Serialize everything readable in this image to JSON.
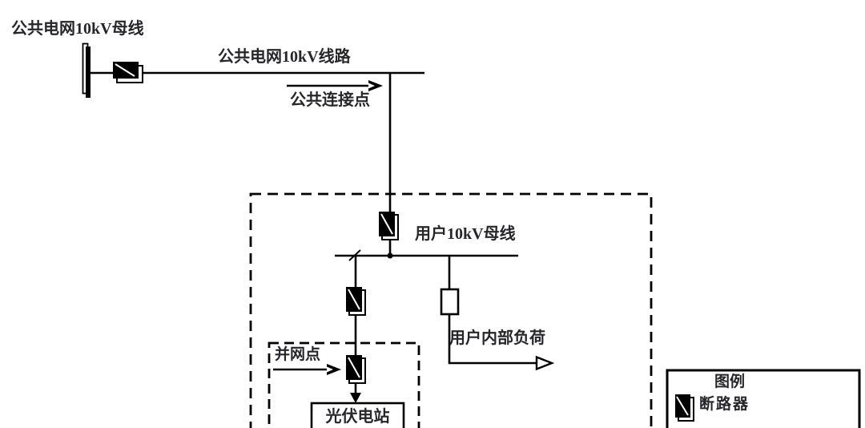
{
  "diagram": {
    "labels": {
      "public_grid_busbar": "公共电网10kV母线",
      "public_grid_line": "公共电网10kV线路",
      "public_connection_point": "公共连接点",
      "user_busbar": "用户10kV母线",
      "user_internal_load": "用户内部负荷",
      "grid_connection_point": "并网点",
      "pv_station": "光伏电站"
    },
    "legend": {
      "title": "图例",
      "items": [
        {
          "symbol": "circuit-breaker-icon",
          "label": "断路器"
        }
      ]
    },
    "colors": {
      "line": "#000000",
      "text": "#26262b",
      "background": "#ffffff"
    }
  }
}
